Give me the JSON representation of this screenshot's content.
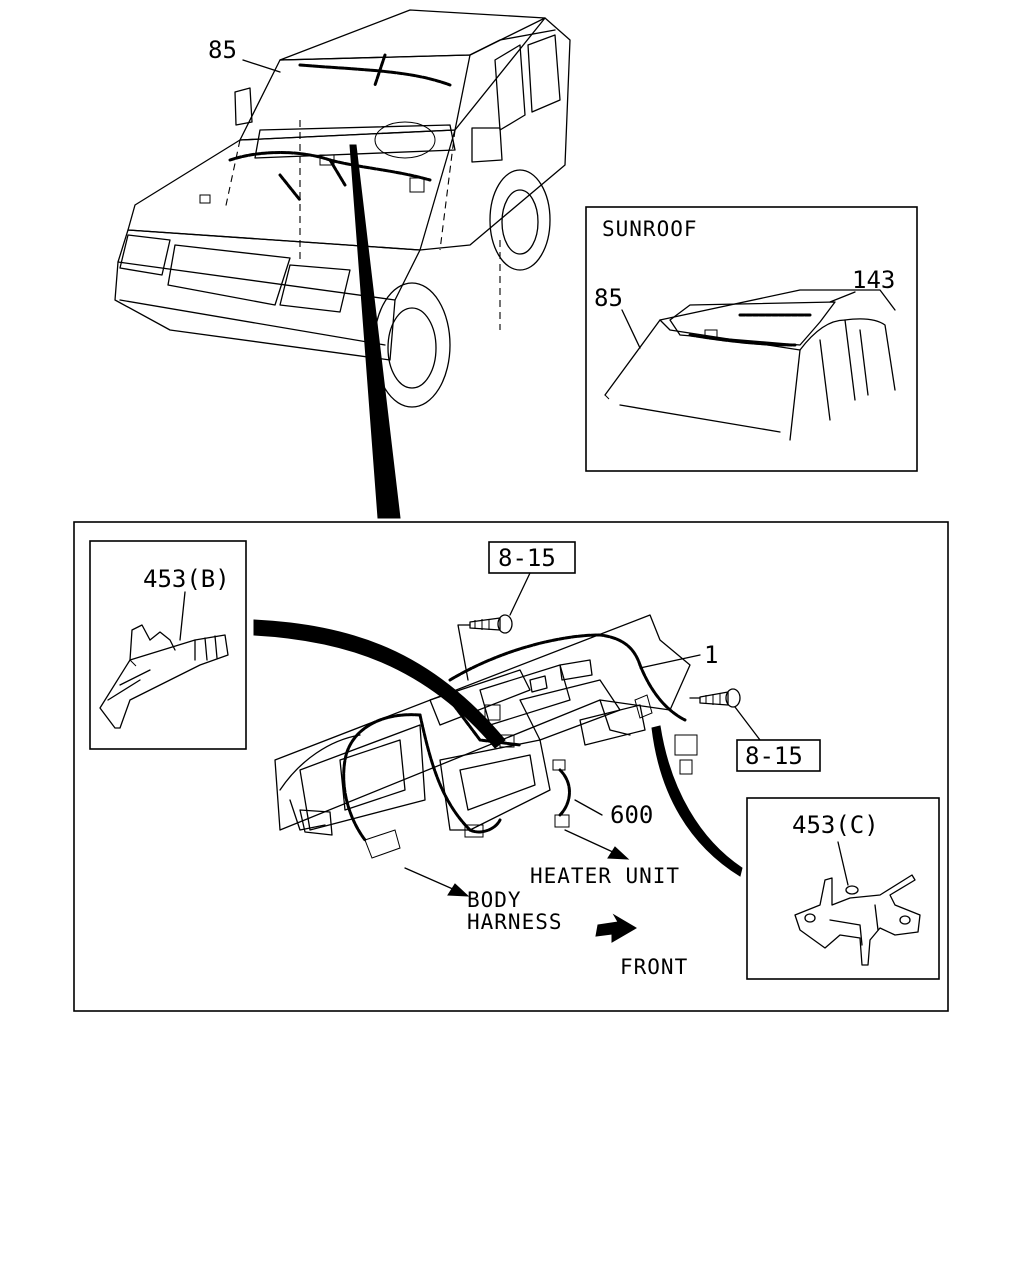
{
  "callouts": {
    "part_85_main": "85",
    "sunroof_title": "SUNROOF",
    "part_85_sunroof": "85",
    "part_143": "143",
    "part_453b": "453(B)",
    "ref_8_15_top": "8-15",
    "part_1": "1",
    "ref_8_15_right": "8-15",
    "part_453c": "453(C)",
    "part_600": "600",
    "heater_unit": "HEATER UNIT",
    "body_harness_line1": "BODY",
    "body_harness_line2": "HARNESS",
    "front": "FRONT"
  }
}
